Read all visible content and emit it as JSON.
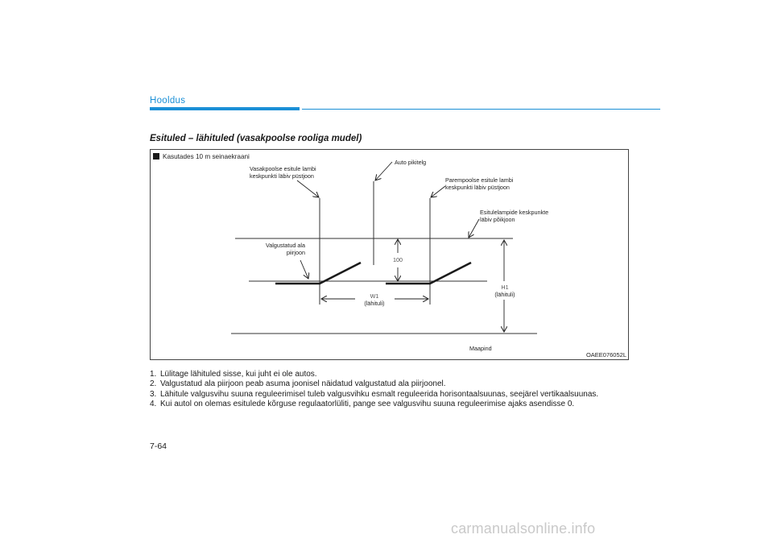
{
  "header": {
    "section": "Hooldus",
    "accent_color": "#1a8fd6"
  },
  "heading": "Esituled – lähituled (vasakpoolse rooliga mudel)",
  "figure": {
    "condition": "Kasutades 10 m seinaekraani",
    "labels": {
      "left_vertical": [
        "Vasakpoolse esitule lambi",
        "keskpunkti läbiv püstjoon"
      ],
      "car_axis": "Auto pikitelg",
      "right_vertical": [
        "Parempoolse esitule lambi",
        "keskpunkti läbiv püstjoon"
      ],
      "horizontal": [
        "Esitulelampide keskpunkte",
        "läbiv põikjoon"
      ],
      "cutoff": [
        "Valgustatud ala",
        "piirjoon"
      ],
      "offset": "100",
      "w1": [
        "W1",
        "(lähituli)"
      ],
      "h1": [
        "H1",
        "(lähituli)"
      ],
      "ground": "Maapind"
    },
    "code": "OAEE076052L"
  },
  "steps": [
    {
      "n": "1.",
      "text": "Lülitage lähituled sisse, kui juht ei ole autos."
    },
    {
      "n": "2.",
      "text": "Valgustatud ala piirjoon peab asuma joonisel näidatud valgustatud ala piirjoonel."
    },
    {
      "n": "3.",
      "text": "Lähitule valgusvihu suuna reguleerimisel tuleb valgusvihku esmalt reguleerida horisontaalsuunas, seejärel vertikaalsuunas."
    },
    {
      "n": "4.",
      "text": "Kui autol on olemas esitulede kõrguse regulaatorlüliti, pange see valgusvihu suuna reguleerimise ajaks asendisse 0."
    }
  ],
  "page_number": "7-64",
  "watermark": "carmanualsonline.info"
}
